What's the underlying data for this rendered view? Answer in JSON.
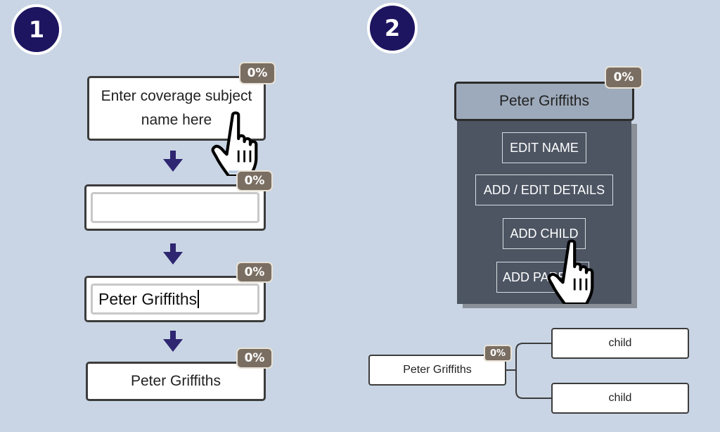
{
  "steps": {
    "one": "1",
    "two": "2"
  },
  "panel1": {
    "node1": {
      "text": "Enter coverage subject name here",
      "badge": "0%"
    },
    "node2": {
      "badge": "0%",
      "input_value": ""
    },
    "node3": {
      "badge": "0%",
      "input_value": "Peter Griffiths"
    },
    "node4": {
      "text": "Peter Griffiths",
      "badge": "0%"
    }
  },
  "panel2": {
    "card": {
      "title": "Peter Griffiths",
      "badge": "0%"
    },
    "menu": {
      "edit_name": "EDIT NAME",
      "add_edit_details": "ADD / EDIT DETAILS",
      "add_child": "ADD CHILD",
      "add_parent": "ADD PARENT"
    },
    "tree": {
      "root": "Peter Griffiths",
      "root_badge": "0%",
      "child1": "child",
      "child2": "child"
    }
  },
  "colors": {
    "background": "#c9d5e4",
    "step_circle": "#1d1560",
    "badge": "#7a6e62",
    "arrow": "#2e2670",
    "menu_panel": "#4d5563",
    "card_header": "#9daabb"
  },
  "icons": [
    "pointing-hand-cursor-icon",
    "down-arrow-icon"
  ]
}
